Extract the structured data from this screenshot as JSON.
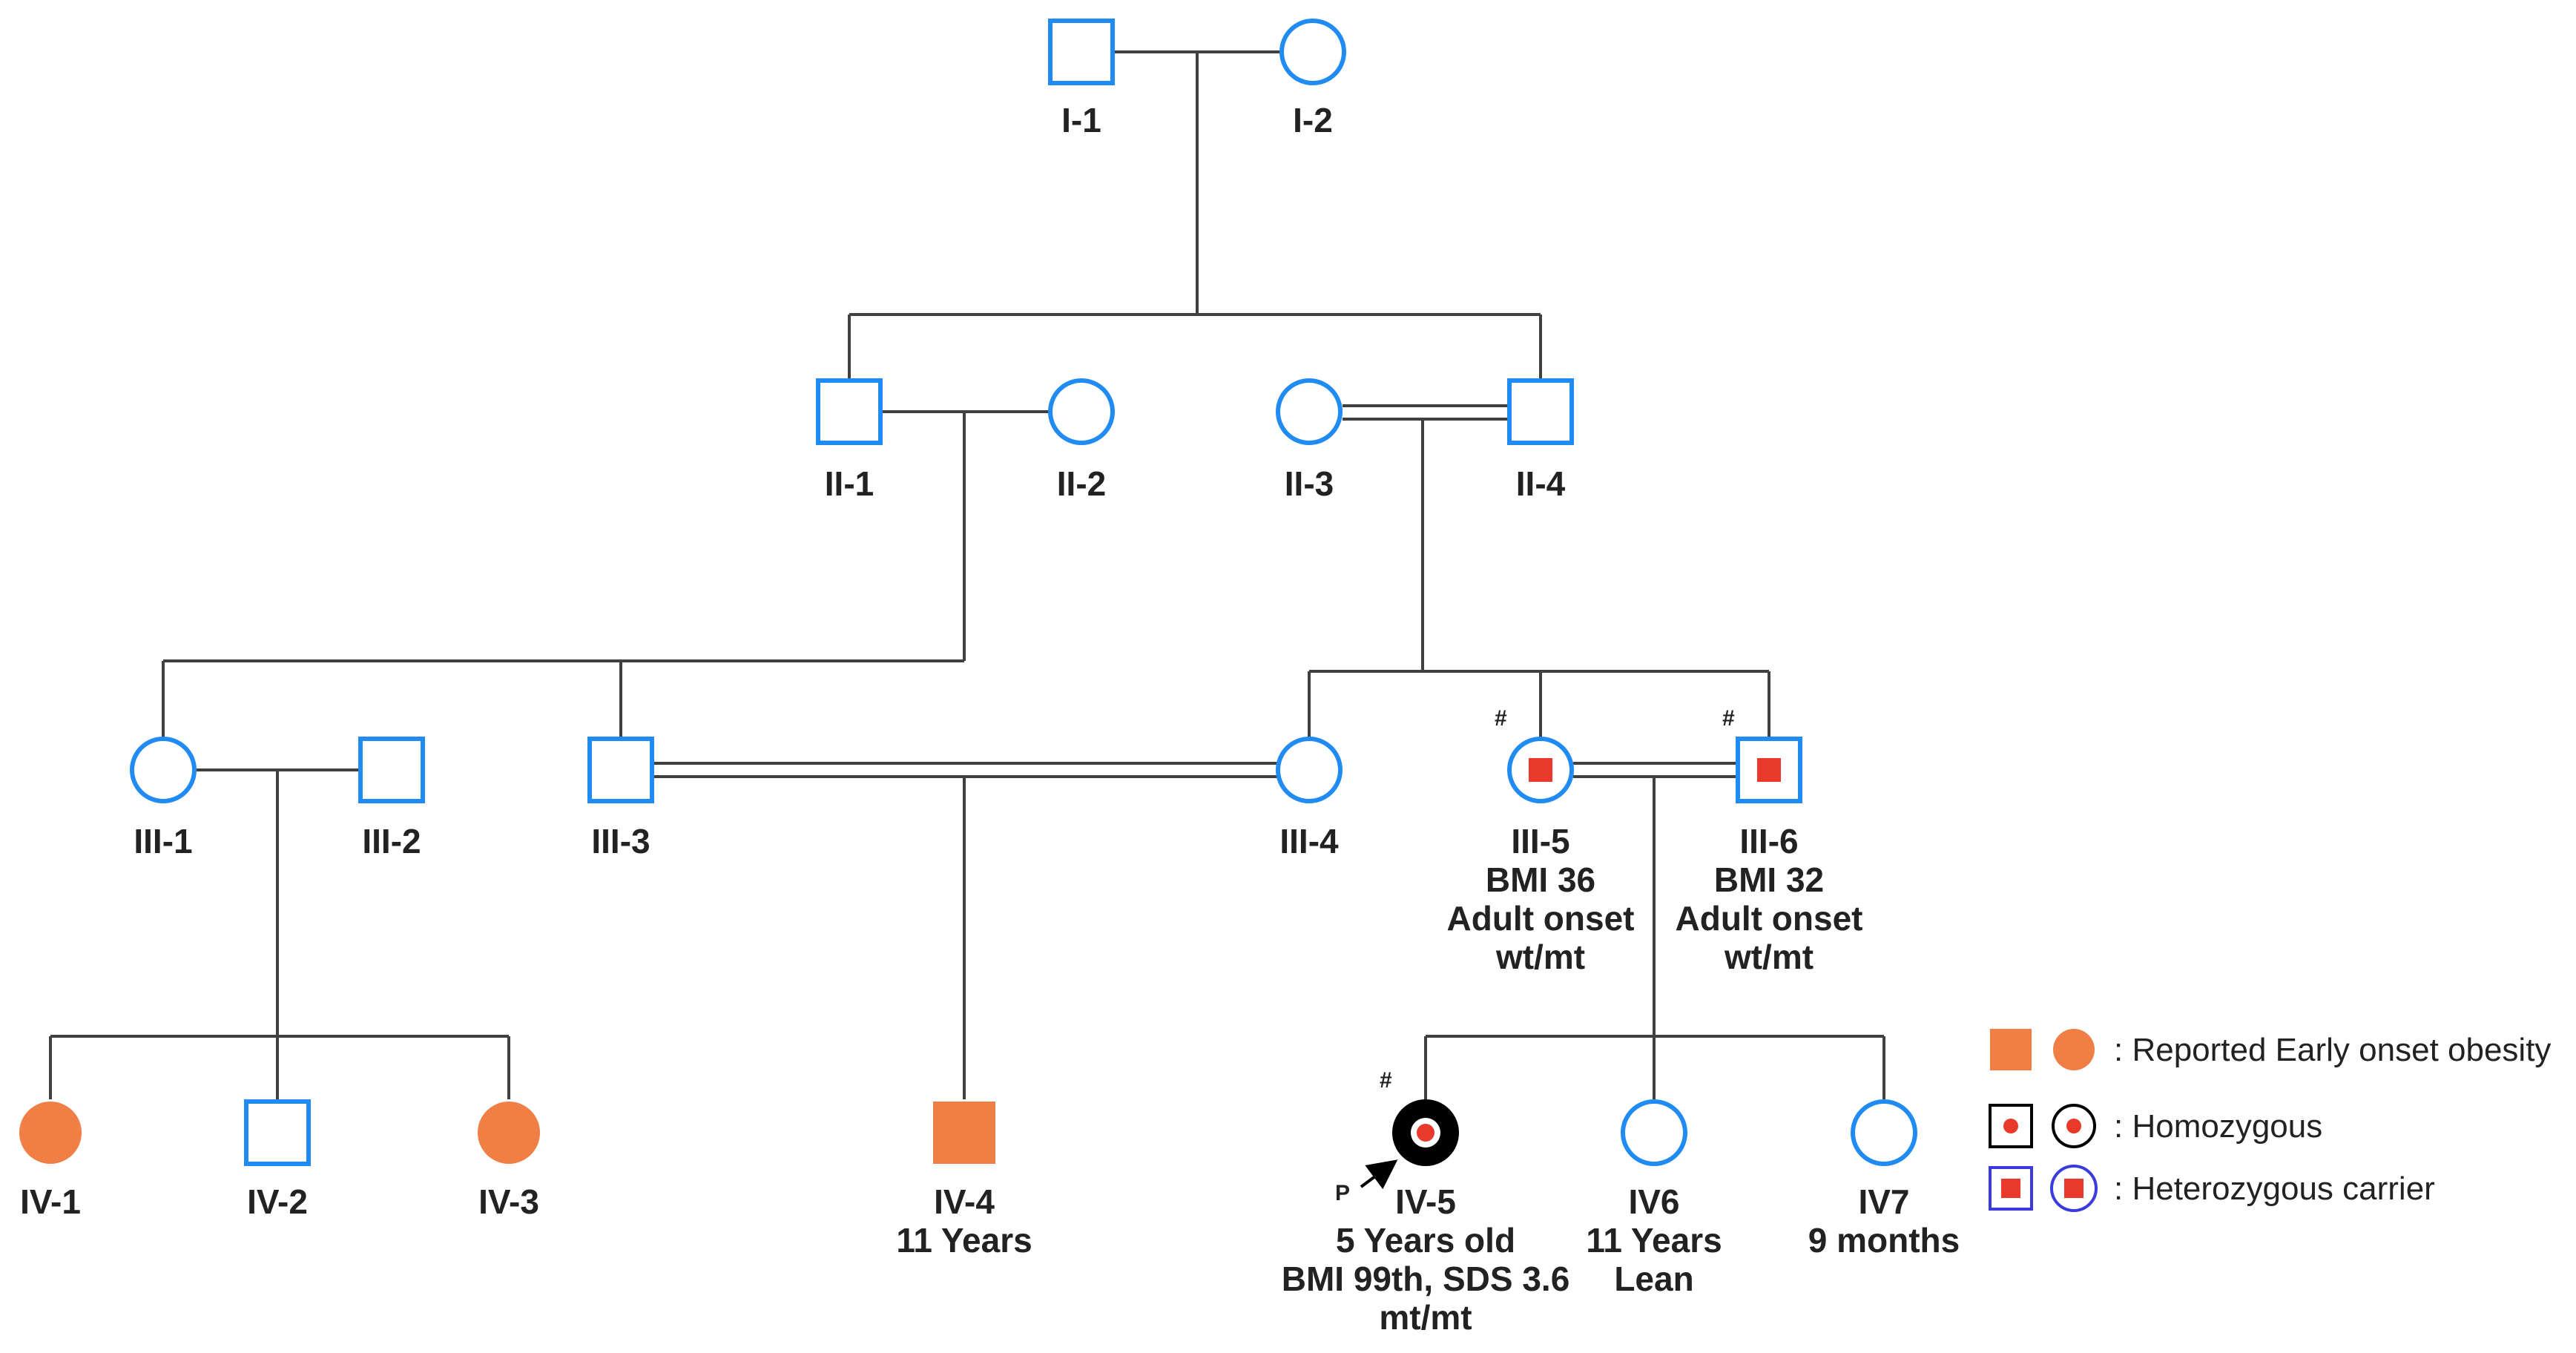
{
  "colors": {
    "unaffected_outline": "#1f8bf3",
    "line": "#404040",
    "obesity_fill": "#f07f45",
    "variant_marker": "#e8392b",
    "homozygous_fill": "#000000",
    "carrier_outline": "#3a3adf"
  },
  "generations": {
    "I": {
      "I-1": {
        "id": "I-1",
        "sex": "male"
      },
      "I-2": {
        "id": "I-2",
        "sex": "female"
      }
    },
    "II": {
      "II-1": {
        "id": "II-1",
        "sex": "male"
      },
      "II-2": {
        "id": "II-2",
        "sex": "female"
      },
      "II-3": {
        "id": "II-3",
        "sex": "female"
      },
      "II-4": {
        "id": "II-4",
        "sex": "male"
      }
    },
    "III": {
      "III-1": {
        "id": "III-1",
        "sex": "female"
      },
      "III-2": {
        "id": "III-2",
        "sex": "male"
      },
      "III-3": {
        "id": "III-3",
        "sex": "male"
      },
      "III-4": {
        "id": "III-4",
        "sex": "female"
      },
      "III-5": {
        "id": "III-5",
        "sex": "female",
        "status": "heterozygous",
        "mark": "#",
        "info": [
          "BMI 36",
          "Adult onset",
          "wt/mt"
        ]
      },
      "III-6": {
        "id": "III-6",
        "sex": "male",
        "status": "heterozygous",
        "mark": "#",
        "info": [
          "BMI 32",
          "Adult onset",
          "wt/mt"
        ]
      }
    },
    "IV": {
      "IV-1": {
        "id": "IV-1",
        "sex": "female",
        "status": "early-onset-obesity"
      },
      "IV-2": {
        "id": "IV-2",
        "sex": "male"
      },
      "IV-3": {
        "id": "IV-3",
        "sex": "female",
        "status": "early-onset-obesity"
      },
      "IV-4": {
        "id": "IV-4",
        "sex": "male",
        "status": "early-onset-obesity",
        "info": [
          "11 Years"
        ]
      },
      "IV-5": {
        "id": "IV-5",
        "sex": "female",
        "status": "homozygous",
        "proband": "P",
        "mark": "#",
        "info": [
          "5 Years old",
          "BMI 99th, SDS 3.6",
          "mt/mt"
        ]
      },
      "IV6": {
        "id": "IV6",
        "sex": "female",
        "info": [
          "11 Years",
          "Lean"
        ]
      },
      "IV7": {
        "id": "IV7",
        "sex": "female",
        "info": [
          "9 months"
        ]
      }
    }
  },
  "relationships": {
    "consanguineous_pairs": [
      [
        "II-3",
        "II-4"
      ],
      [
        "III-3",
        "III-4"
      ],
      [
        "III-5",
        "III-6"
      ]
    ]
  },
  "legend": {
    "early_onset": ": Reported Early onset obesity",
    "homozygous": ": Homozygous",
    "heterozygous": ": Heterozygous carrier"
  }
}
